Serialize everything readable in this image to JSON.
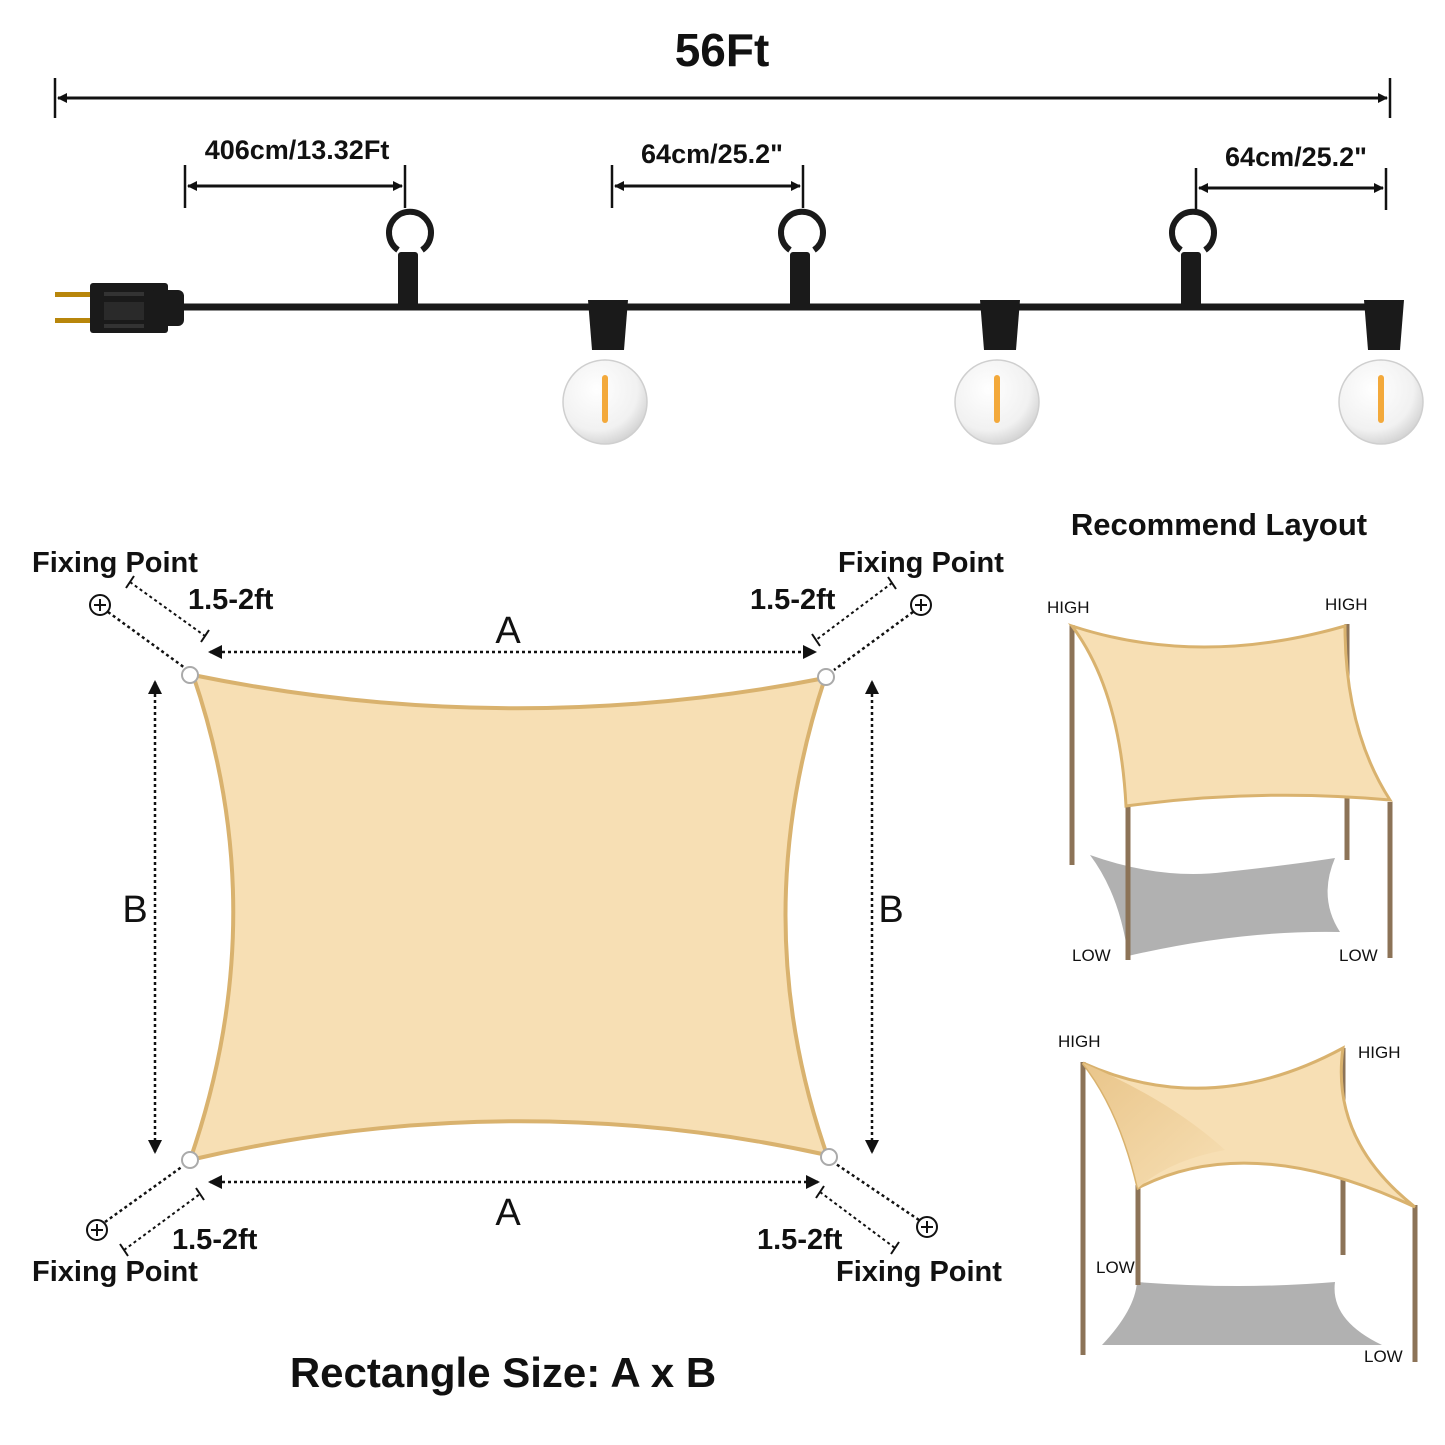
{
  "string_lights": {
    "total_length": "56Ft",
    "first_spacing": "406cm/13.32Ft",
    "middle_spacing": "64cm/25.2\"",
    "end_spacing": "64cm/25.2\""
  },
  "shade_sail": {
    "side_a_label": "A",
    "side_b_label": "B",
    "fixing_point_label": "Fixing Point",
    "gap_label": "1.5-2ft",
    "footer": "Rectangle Size: A x B"
  },
  "recommend_layout": {
    "title": "Recommend Layout",
    "high_label": "HIGH",
    "low_label": "LOW"
  },
  "colors": {
    "sail_fill": "#F7DFB4",
    "sail_edge": "#D9B26E",
    "pole": "#8C7357",
    "shadow": "#A8A8A8",
    "cable": "#1A1A1A"
  }
}
